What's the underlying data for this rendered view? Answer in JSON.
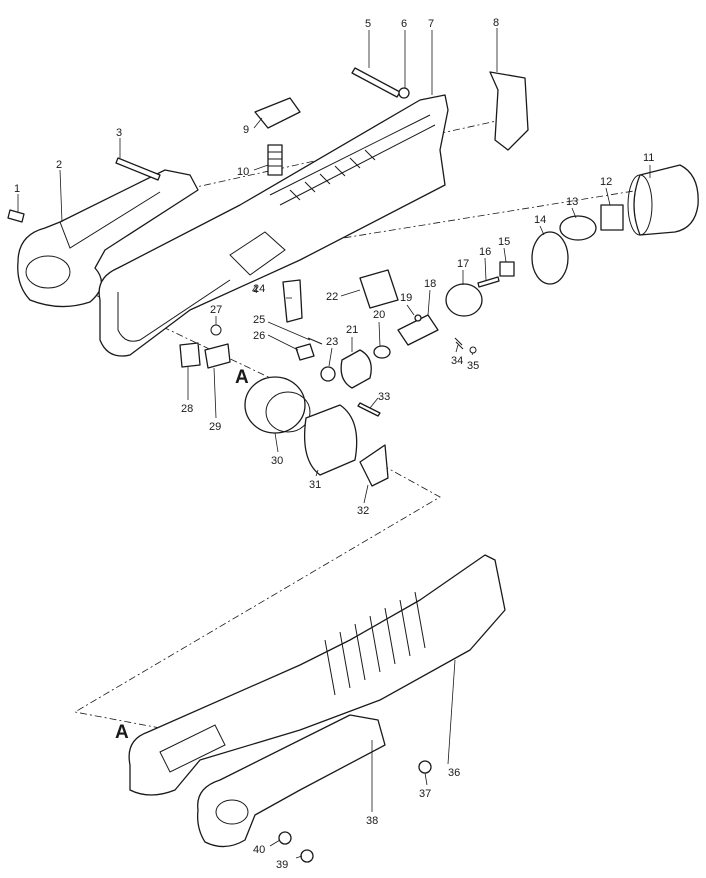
{
  "diagram": {
    "callouts": [
      "1",
      "2",
      "3",
      "4",
      "5",
      "6",
      "7",
      "8",
      "9",
      "10",
      "11",
      "12",
      "13",
      "14",
      "15",
      "16",
      "17",
      "18",
      "19",
      "20",
      "21",
      "22",
      "23",
      "24",
      "25",
      "26",
      "27",
      "28",
      "29",
      "30",
      "31",
      "32",
      "33",
      "34",
      "35",
      "36",
      "37",
      "38",
      "39",
      "40"
    ],
    "markers": [
      "A",
      "A"
    ]
  }
}
